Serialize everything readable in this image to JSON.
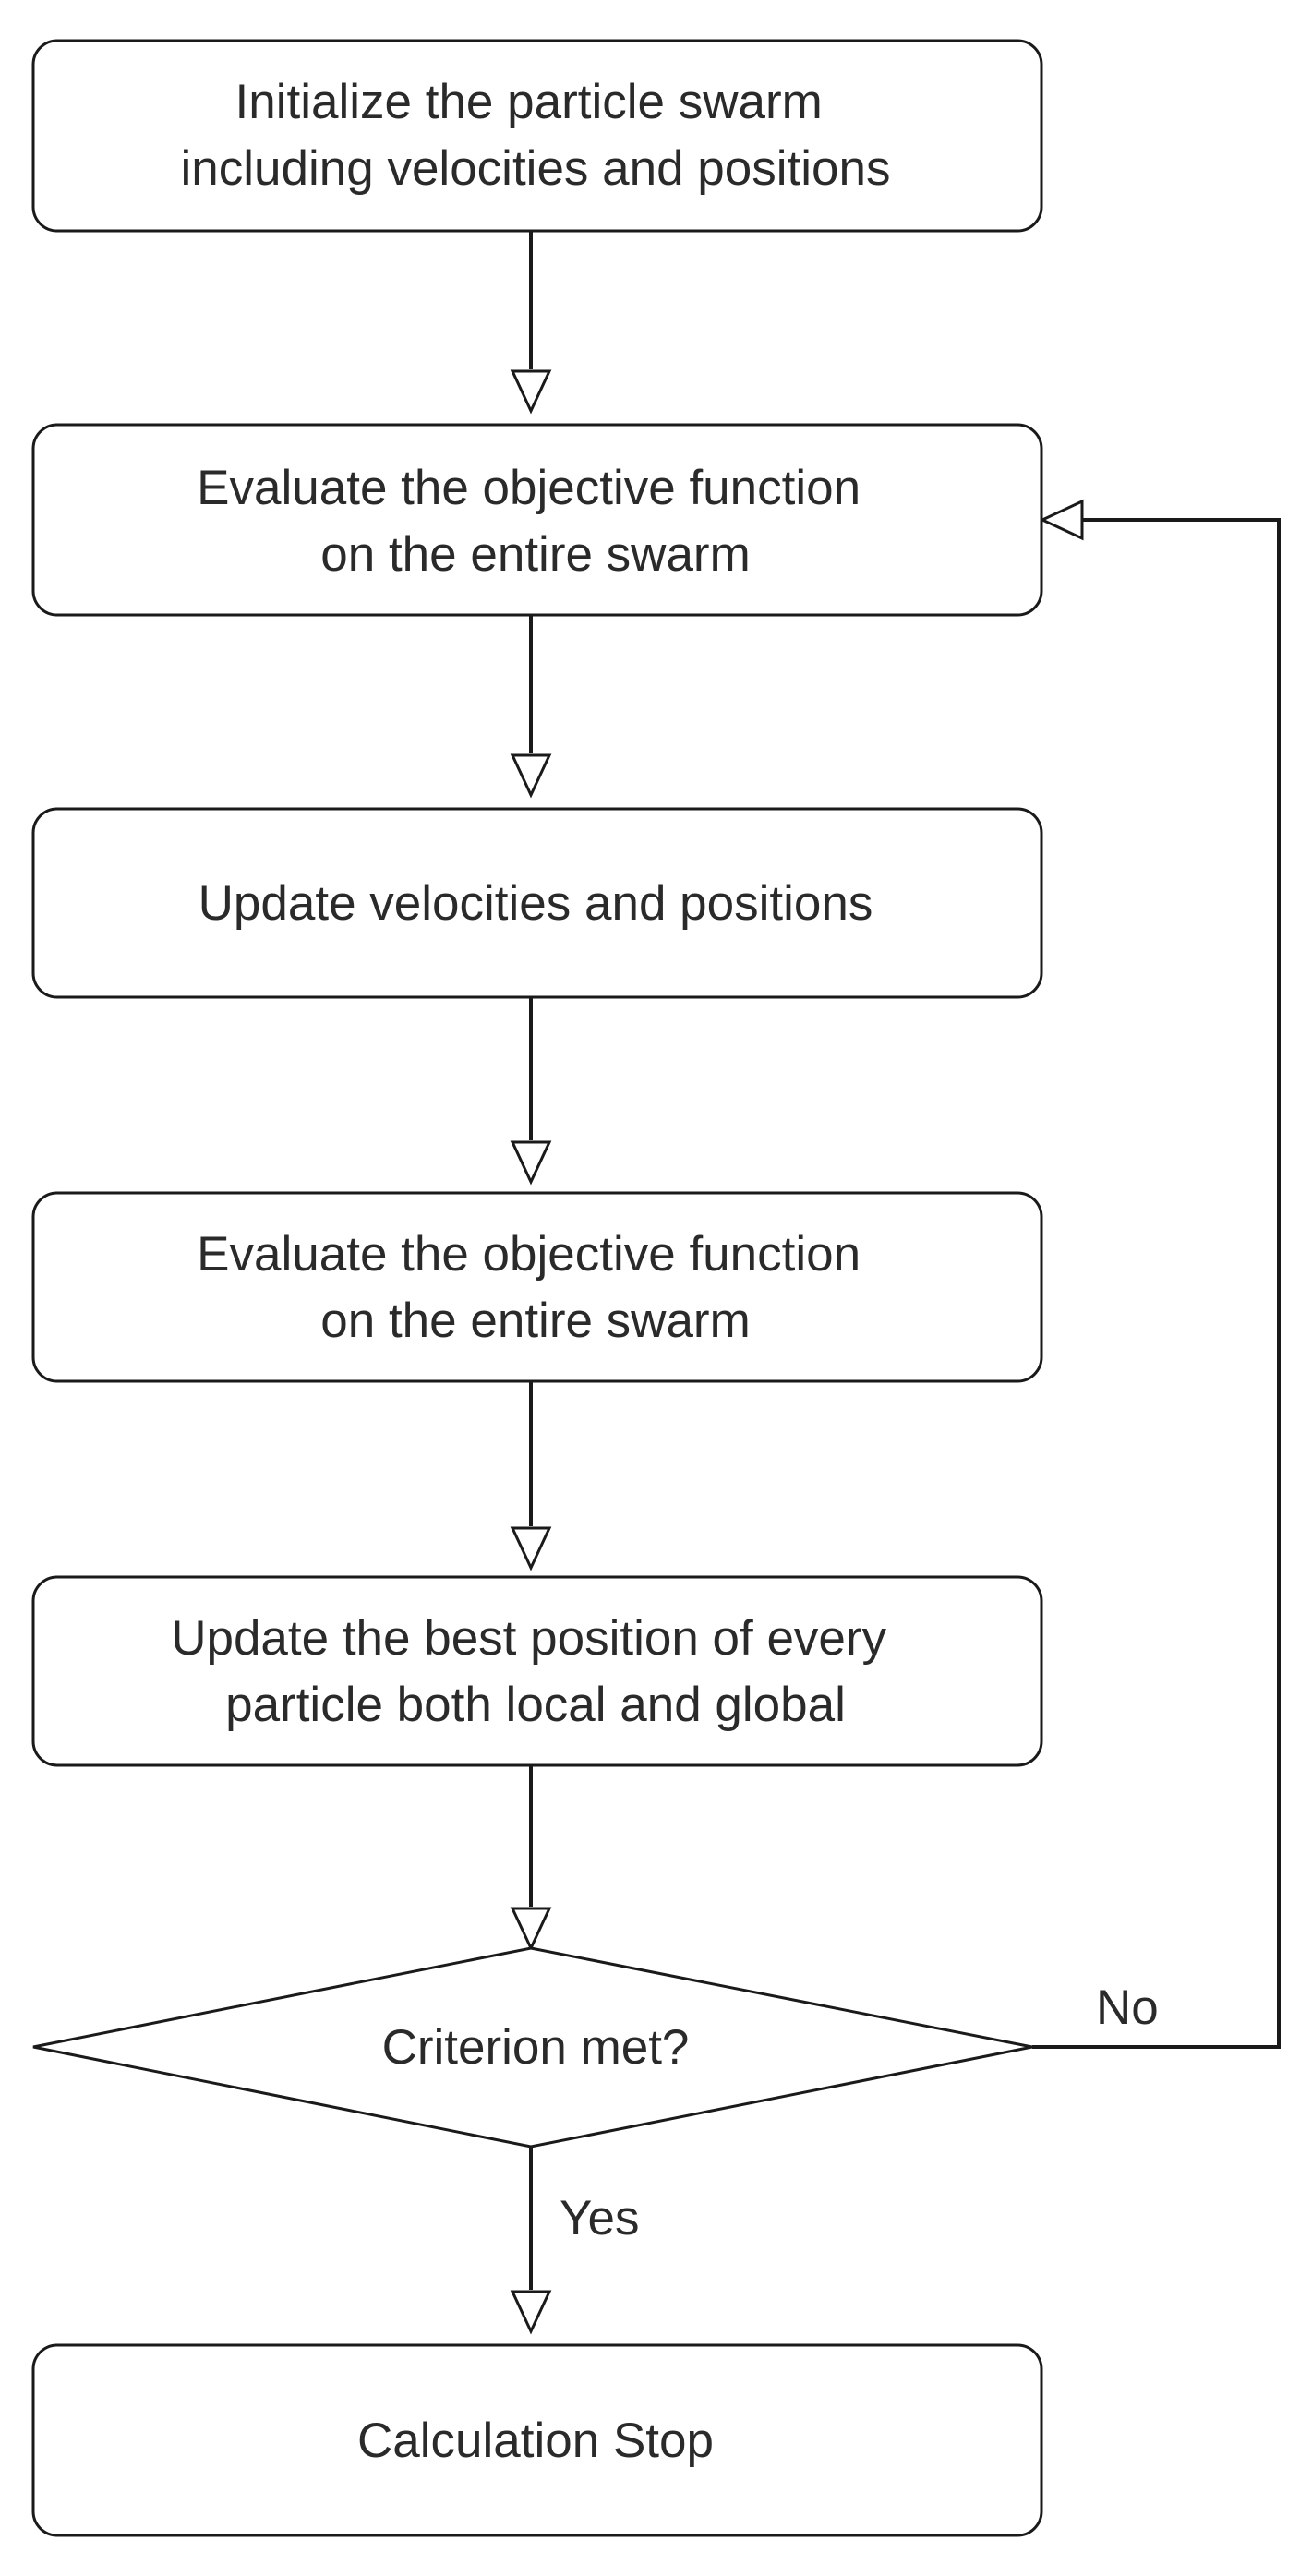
{
  "diagram": {
    "nodes": [
      {
        "id": "init",
        "kind": "process",
        "lines": [
          "Initialize the particle swarm",
          "including velocities and positions"
        ]
      },
      {
        "id": "eval1",
        "kind": "process",
        "lines": [
          "Evaluate the objective function",
          "on the entire swarm"
        ]
      },
      {
        "id": "update-vel",
        "kind": "process",
        "lines": [
          "Update velocities and positions"
        ]
      },
      {
        "id": "eval2",
        "kind": "process",
        "lines": [
          "Evaluate the objective function",
          "on the entire swarm"
        ]
      },
      {
        "id": "update-best",
        "kind": "process",
        "lines": [
          "Update the best position of every",
          "particle both local and global"
        ]
      },
      {
        "id": "criterion",
        "kind": "decision",
        "lines": [
          "Criterion met?"
        ]
      },
      {
        "id": "stop",
        "kind": "process",
        "lines": [
          "Calculation Stop"
        ]
      }
    ],
    "edges": [
      {
        "from": "init",
        "to": "eval1",
        "label": ""
      },
      {
        "from": "eval1",
        "to": "update-vel",
        "label": ""
      },
      {
        "from": "update-vel",
        "to": "eval2",
        "label": ""
      },
      {
        "from": "eval2",
        "to": "update-best",
        "label": ""
      },
      {
        "from": "update-best",
        "to": "criterion",
        "label": ""
      },
      {
        "from": "criterion",
        "to": "stop",
        "label": "Yes"
      },
      {
        "from": "criterion",
        "to": "eval1",
        "label": "No"
      }
    ]
  }
}
